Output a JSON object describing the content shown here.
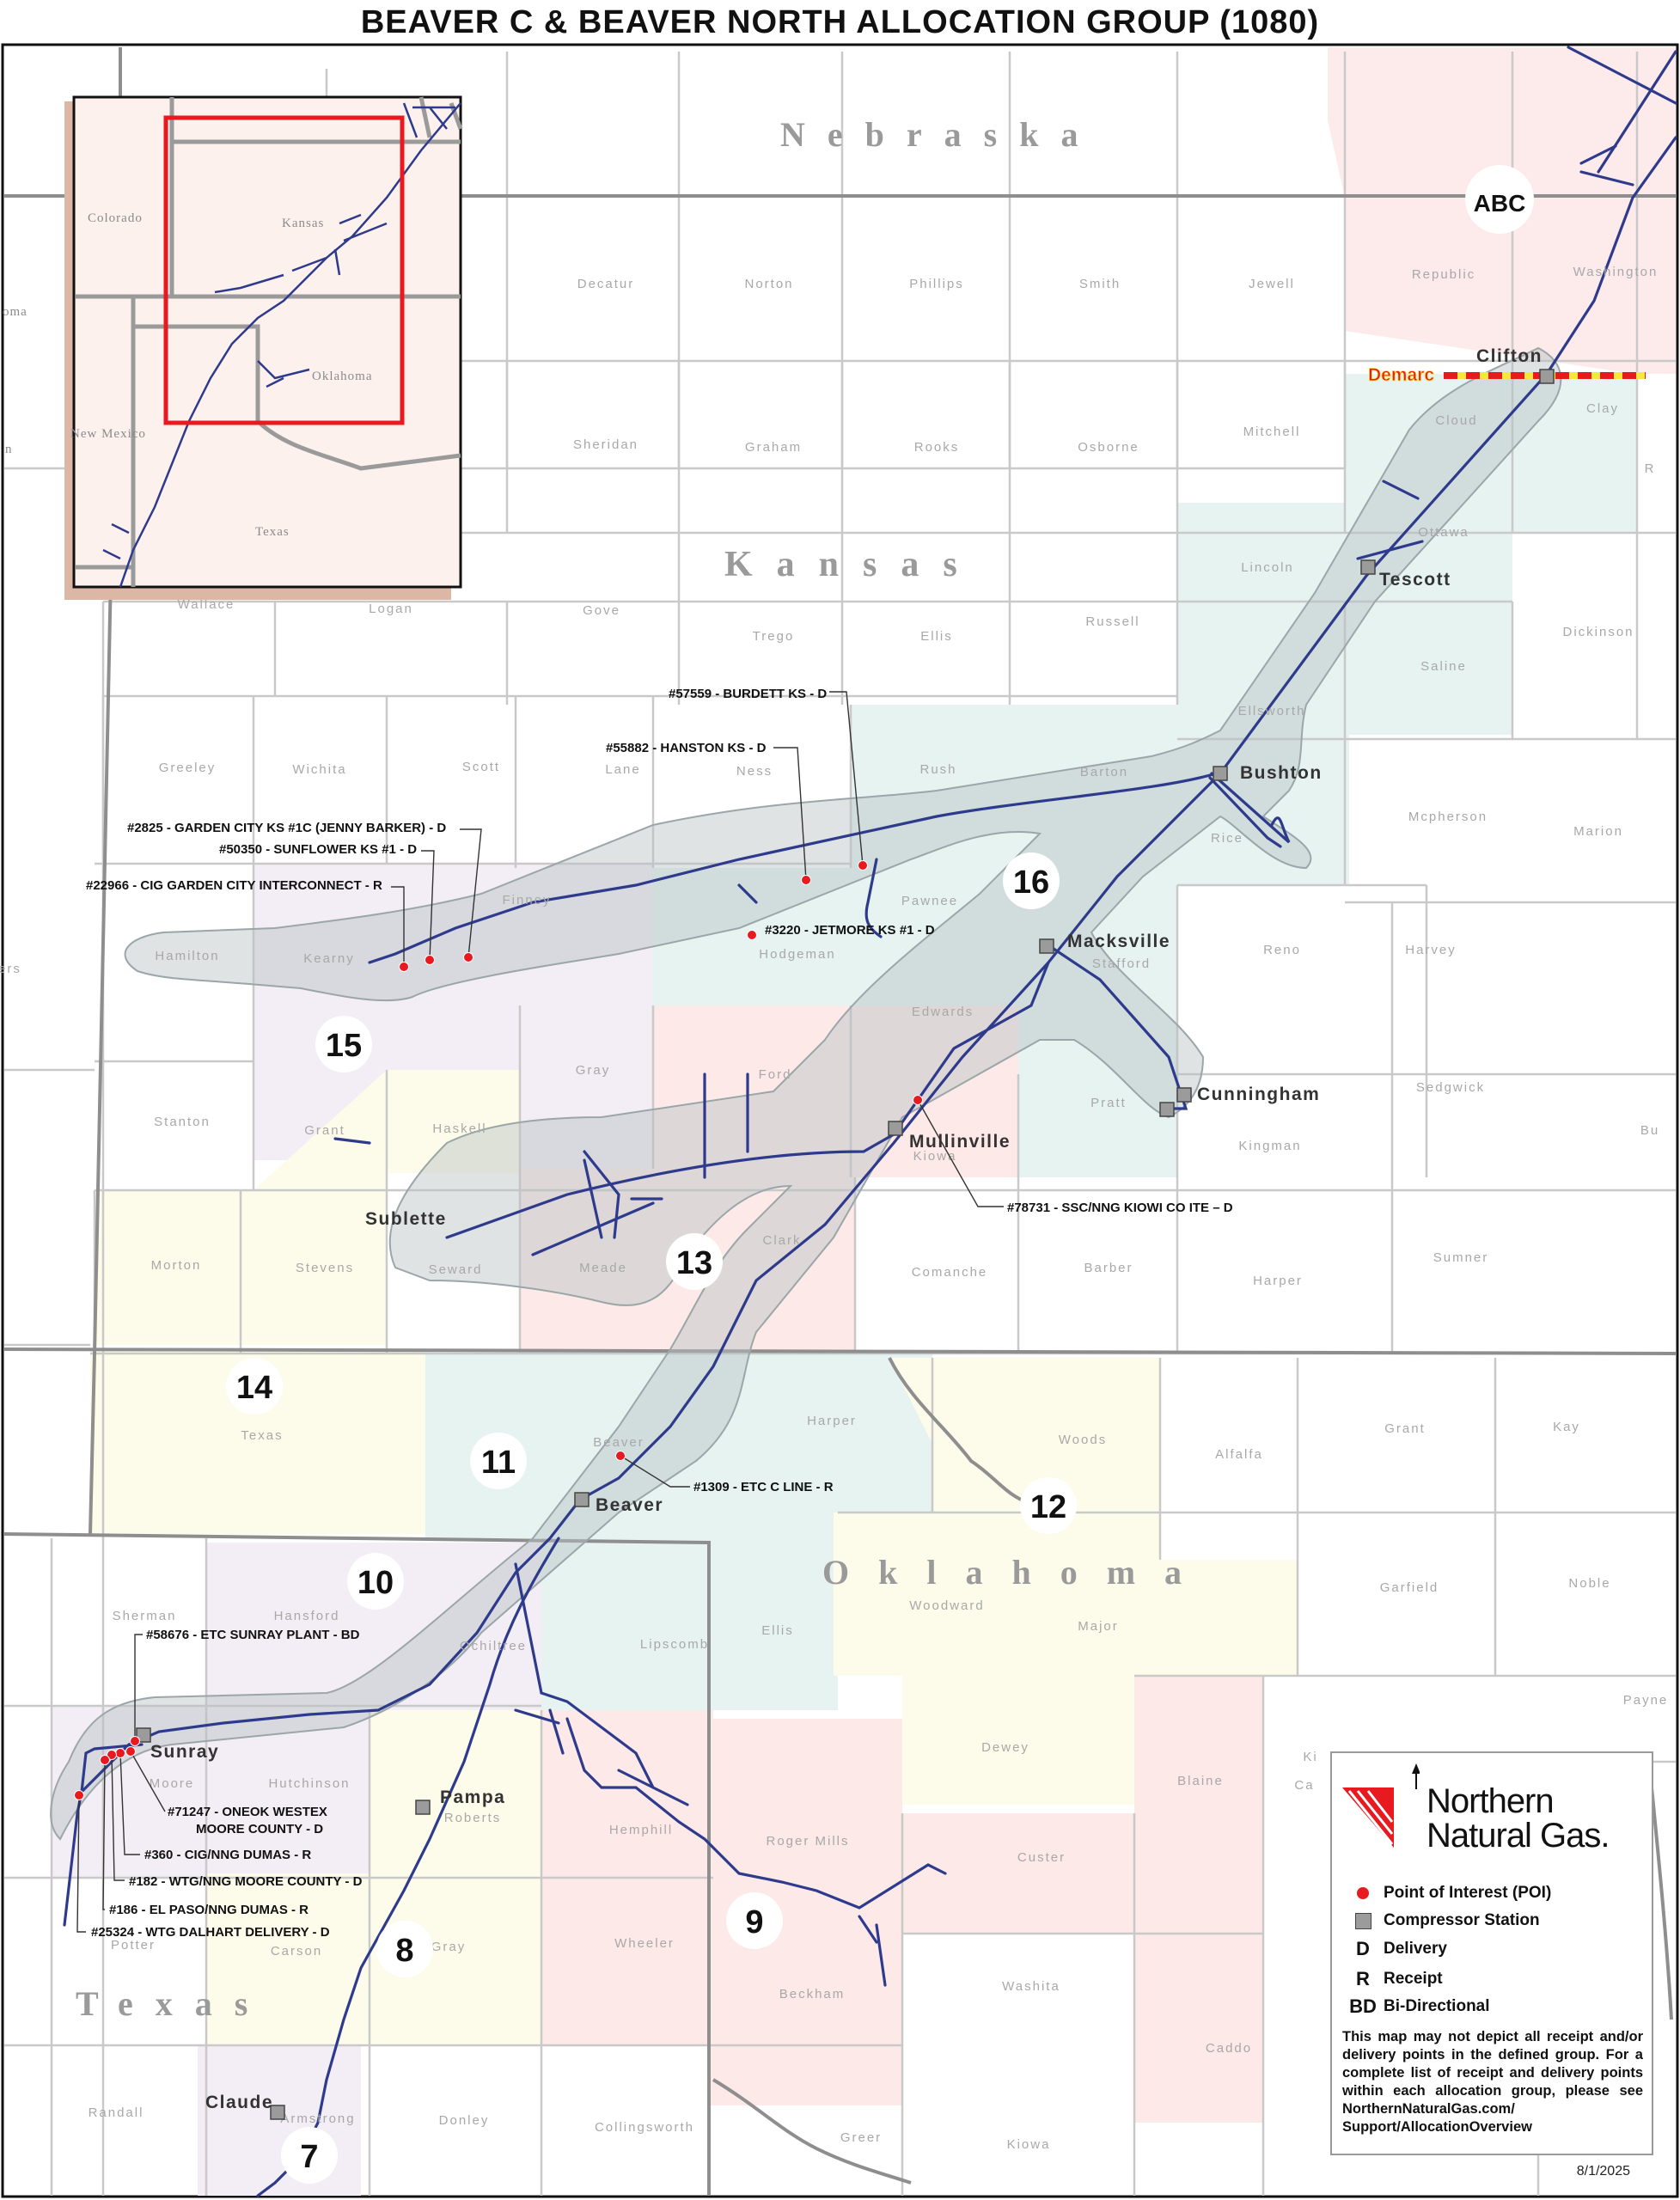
{
  "title": "BEAVER C & BEAVER NORTH ALLOCATION GROUP (1080)",
  "date": "8/1/2025",
  "colors": {
    "pipeline": "#2e3a8c",
    "poi": "#e8191f",
    "demarc_red": "#e8191f",
    "demarc_yellow": "#f5e642",
    "group_band": "#b9c2c4"
  },
  "states": [
    "Nebraska",
    "Kansas",
    "Oklahoma",
    "Texas"
  ],
  "inset": {
    "labels": [
      "Colorado",
      "Kansas",
      "Oklahoma",
      "New Mexico",
      "Texas",
      "oma",
      "n"
    ]
  },
  "counties": [
    "Republic",
    "Washington",
    "Decatur",
    "Norton",
    "Phillips",
    "Smith",
    "Jewell",
    "Cloud",
    "Clay",
    "Sheridan",
    "Graham",
    "Rooks",
    "Osborne",
    "Mitchell",
    "Ottawa",
    "Lincoln",
    "Dickinson",
    "Saline",
    "Wallace",
    "Logan",
    "Gove",
    "Trego",
    "Ellis",
    "Russell",
    "Ellsworth",
    "Greeley",
    "Wichita",
    "Scott",
    "Lane",
    "Ness",
    "Rush",
    "Barton",
    "Rice",
    "Mcpherson",
    "Marion",
    "Pawnee",
    "Finney",
    "Hodgeman",
    "Stafford",
    "Hamilton",
    "Kearny",
    "Edwards",
    "Reno",
    "Harvey",
    "Gray",
    "Ford",
    "Kiowa",
    "Pratt",
    "Sedgwick",
    "Stanton",
    "Grant",
    "Haskell",
    "Kingman",
    "Morton",
    "Stevens",
    "Seward",
    "Meade",
    "Clark",
    "Comanche",
    "Barber",
    "Harper",
    "Sumner",
    "Texas",
    "Beaver",
    "Harper",
    "Woods",
    "Alfalfa",
    "Grant",
    "Kay",
    "Garfield",
    "Noble",
    "Sherman",
    "Hansford",
    "Ochiltree",
    "Lipscomb",
    "Ellis",
    "Woodward",
    "Major",
    "Moore",
    "Hutchinson",
    "Roberts",
    "Hemphill",
    "Dewey",
    "Blaine",
    "Payne",
    "Potter",
    "Carson",
    "Gray",
    "Wheeler",
    "Roger Mills",
    "Custer",
    "Washita",
    "Caddo",
    "Beckham",
    "Randall",
    "Armstrong",
    "Donley",
    "Collingsworth",
    "Greer",
    "Kiowa",
    "wers",
    "Bu",
    "Ca",
    "R",
    "Ki"
  ],
  "stations": [
    "Clifton",
    "Tescott",
    "Bushton",
    "Macksville",
    "Cunningham",
    "Mullinville",
    "Beaver",
    "Sunray",
    "Pampa",
    "Claude",
    "Sublette"
  ],
  "zones": [
    "ABC",
    "16",
    "15",
    "13",
    "14",
    "11",
    "10",
    "12",
    "9",
    "8",
    "7"
  ],
  "demarc": "Demarc",
  "poi": [
    "#57559 - BURDETT KS - D",
    "#55882 - HANSTON KS - D",
    "#2825 - GARDEN CITY KS #1C (JENNY BARKER) - D",
    "#50350 - SUNFLOWER KS #1 - D",
    "#22966 - CIG GARDEN CITY INTERCONNECT - R",
    "#3220 - JETMORE KS #1 - D",
    "#78731 - SSC/NNG KIOWI CO ITE – D",
    "#1309 - ETC C LINE - R",
    "#58676 - ETC SUNRAY PLANT - BD",
    "#71247 - ONEOK WESTEX",
    "MOORE COUNTY - D",
    "#360 - CIG/NNG DUMAS - R",
    "#182 - WTG/NNG MOORE COUNTY - D",
    "#186 - EL PASO/NNG DUMAS - R",
    "#25324 - WTG DALHART DELIVERY - D"
  ],
  "legend": {
    "company_line1": "Northern",
    "company_line2": "Natural Gas.",
    "items": [
      {
        "symbol": "",
        "label": "Point of Interest (POI)"
      },
      {
        "symbol": "",
        "label": "Compressor Station"
      },
      {
        "symbol": "D",
        "label": "Delivery"
      },
      {
        "symbol": "R",
        "label": "Receipt"
      },
      {
        "symbol": "BD",
        "label": "Bi-Directional"
      }
    ],
    "note": "This map may not depict all receipt and/or delivery points in the defined group. For a complete list of receipt and delivery points within each allocation group, please see NorthernNaturalGas.com/ Support/AllocationOverview"
  }
}
